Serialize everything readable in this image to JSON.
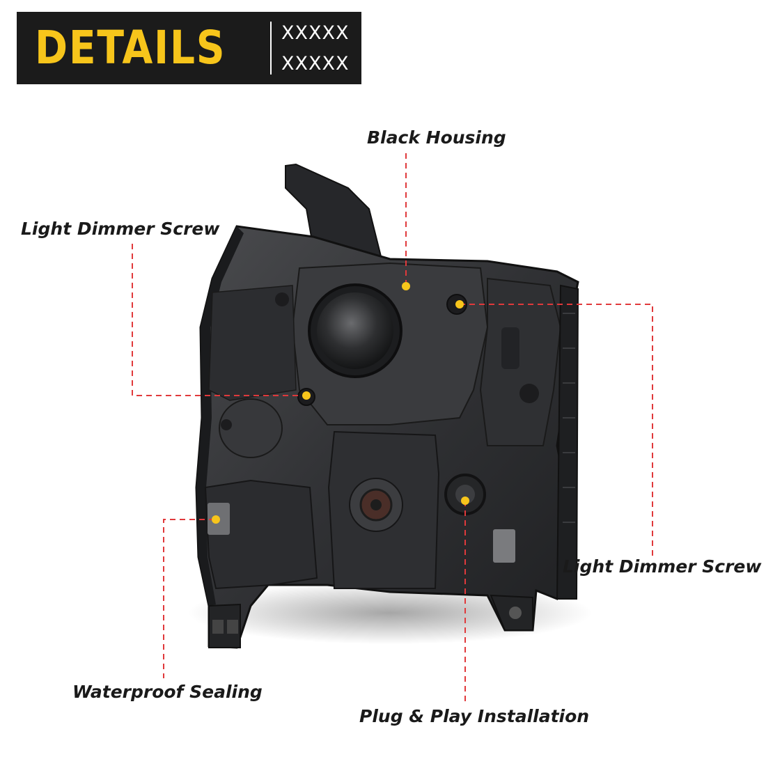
{
  "banner": {
    "title": "DETAILS",
    "sub_line1": "XXXXX",
    "sub_line2": "XXXXX",
    "background": "#1b1b1b",
    "title_color": "#f7c51b"
  },
  "callouts": {
    "black_housing": "Black Housing",
    "light_dimmer_left": "Light Dimmer Screw",
    "light_dimmer_right": "Light Dimmer Screw",
    "waterproof": "Waterproof Sealing",
    "plug_play": "Plug & Play Installation"
  },
  "colors": {
    "leader_line": "#e0393b",
    "marker_dot": "#f7c51b",
    "housing": "#2a2b2d"
  },
  "image": {
    "subject": "headlight-rear-view"
  }
}
